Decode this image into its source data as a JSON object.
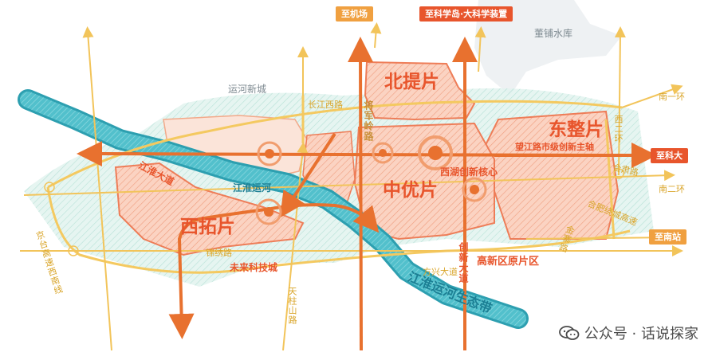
{
  "map": {
    "zones": {
      "north": "北提片",
      "east": "东整片",
      "center": "中优片",
      "west": "西拓片"
    },
    "destinations": {
      "airport": "至机场",
      "science_island": "至科学岛·大科学装置",
      "keda": "至科大",
      "south_station": "至南站"
    },
    "places": {
      "yunhe_new_city": "运河新城",
      "dongpu_reservoir": "董铺水库",
      "xihu_core": "西湖创新核心",
      "future_tech_city": "未来科技城",
      "highnew_original": "高新区原片区"
    },
    "axes": {
      "wangjiang": "望江路市级创新主轴"
    },
    "roads": {
      "changjiang_west": "长江西路",
      "south_ring_1": "南一环",
      "west_ring_2": "西二环",
      "south_ring_2": "南二环",
      "jiangjunling": "将军岭路",
      "jianghuai_avenue": "江淮大道",
      "jianghuai_canal": "江淮运河",
      "jingtai_expressway": "京台高速西南线",
      "innovation_avenue": "创新大道",
      "fangxing_avenue": "方兴大道",
      "tianzhu_road": "天柱山路",
      "jinxiu_road": "锦绣路",
      "qinan_road": "合肃路",
      "hefei_city_ring": "合肥绕城高速",
      "jinzhai_road": "金寨路"
    },
    "eco_belt": "江淮运河生态带"
  },
  "watermark": {
    "text": "公众号 · 话说探家",
    "icon": "wechat-icon"
  },
  "colors": {
    "zone_fill": "#f8c7b3",
    "zone_outline": "#ee7d58",
    "axis": "#e8712f",
    "road_yellow": "#f4c960",
    "canal": "#3fb6c4",
    "badge": "#f0a040",
    "badge_dark": "#e8552c"
  }
}
